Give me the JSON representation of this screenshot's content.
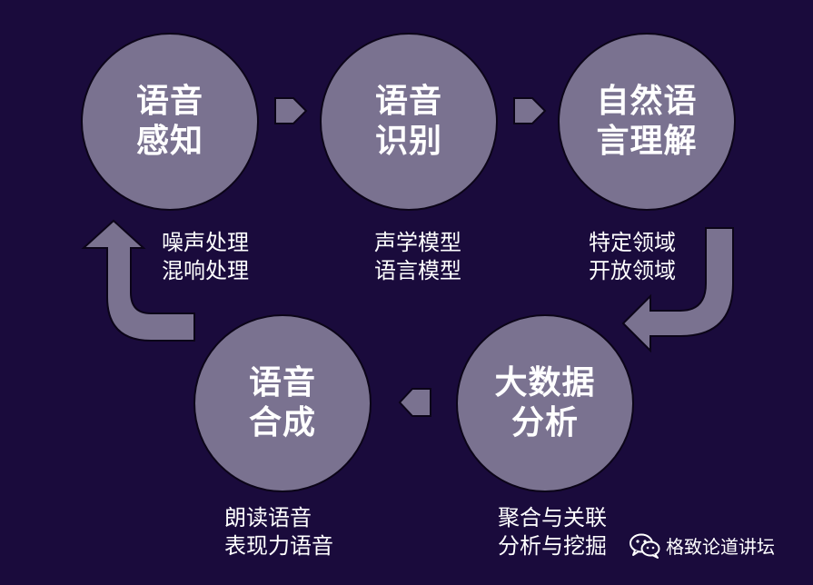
{
  "colors": {
    "background": "#1a0b3c",
    "node_fill": "#7a7290",
    "arrow_fill": "#7a7290",
    "outline": "#0b0418",
    "text": "#ffffff"
  },
  "nodes": [
    {
      "id": "perception",
      "lines": [
        "语音",
        "感知"
      ],
      "caption": [
        "噪声处理",
        "混响处理"
      ]
    },
    {
      "id": "recognition",
      "lines": [
        "语音",
        "识别"
      ],
      "caption": [
        "声学模型",
        "语言模型"
      ]
    },
    {
      "id": "nlu",
      "lines": [
        "自然语",
        "言理解"
      ],
      "caption": [
        "特定领域",
        "开放领域"
      ]
    },
    {
      "id": "bigdata",
      "lines": [
        "大数据",
        "分析"
      ],
      "caption": [
        "聚合与关联",
        "分析与挖掘"
      ]
    },
    {
      "id": "synthesis",
      "lines": [
        "语音",
        "合成"
      ],
      "caption": [
        "朗读语音",
        "表现力语音"
      ]
    }
  ],
  "watermark": {
    "icon": "wechat-icon",
    "text": "格致论道讲坛"
  }
}
